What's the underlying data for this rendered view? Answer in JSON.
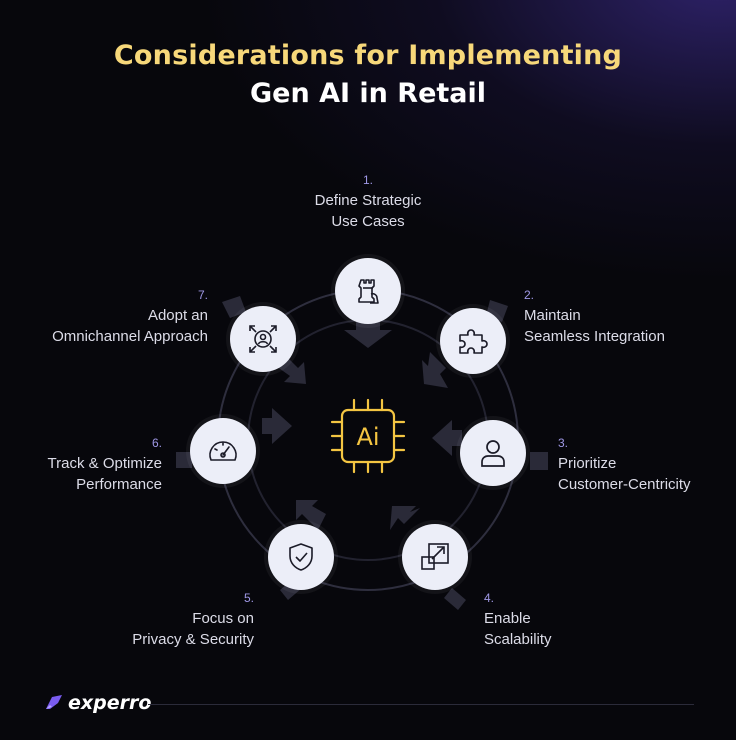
{
  "header": {
    "title_line1": "Considerations for Implementing",
    "title_line2": "Gen AI in Retail"
  },
  "center": {
    "chip_text": "Ai",
    "icon": "ai-chip-icon"
  },
  "steps": [
    {
      "num": "1.",
      "line1": "Define Strategic",
      "line2": "Use Cases",
      "icon": "chess-rook-icon"
    },
    {
      "num": "2.",
      "line1": "Maintain",
      "line2": "Seamless Integration",
      "icon": "puzzle-icon"
    },
    {
      "num": "3.",
      "line1": "Prioritize",
      "line2": "Customer-Centricity",
      "icon": "user-icon"
    },
    {
      "num": "4.",
      "line1": "Enable",
      "line2": "Scalability",
      "icon": "scale-expand-icon"
    },
    {
      "num": "5.",
      "line1": "Focus on",
      "line2": "Privacy & Security",
      "icon": "shield-check-icon"
    },
    {
      "num": "6.",
      "line1": "Track & Optimize",
      "line2": "Performance",
      "icon": "speedometer-icon"
    },
    {
      "num": "7.",
      "line1": "Adopt an",
      "line2": "Omnichannel Approach",
      "icon": "omnichannel-user-icon"
    }
  ],
  "footer": {
    "brand": "experro",
    "logo_icon": "rocket-icon"
  },
  "colors": {
    "background": "#07070c",
    "title_accent": "#f7d87a",
    "chip_accent": "#f4c542",
    "node_fill": "#eceef8",
    "number_accent": "#9f98e6"
  }
}
